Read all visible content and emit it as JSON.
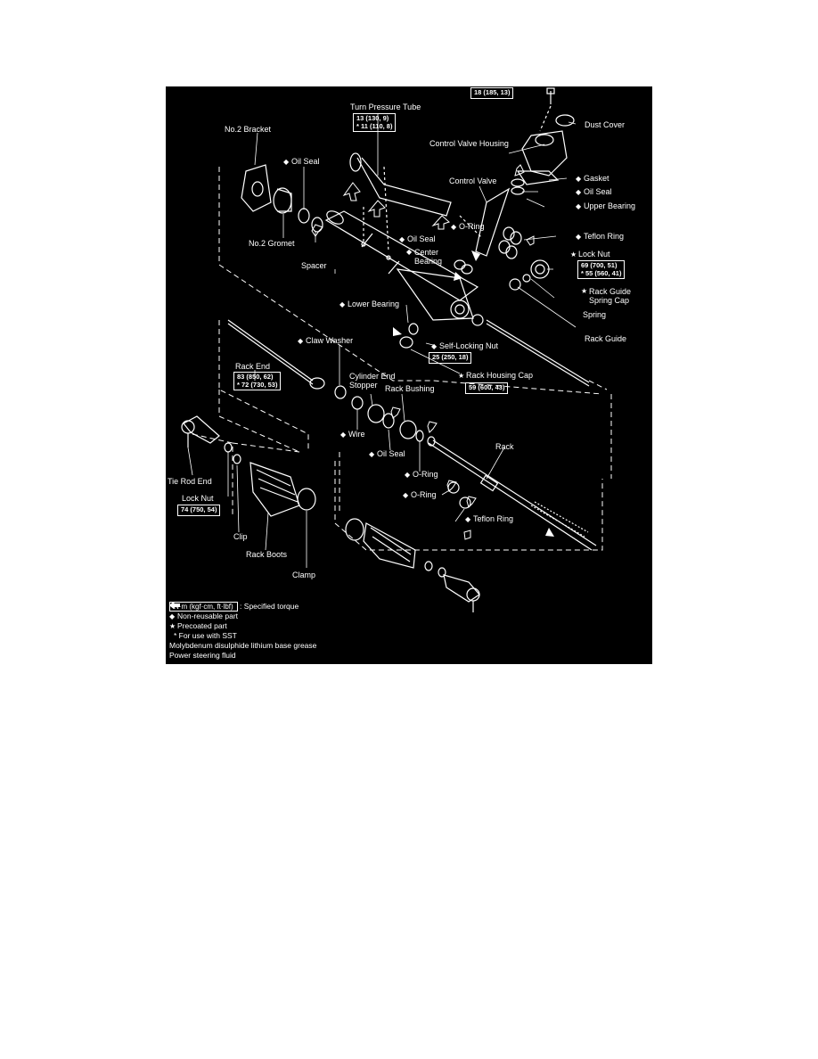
{
  "colors": {
    "background": "#000000",
    "ink": "#ffffff",
    "page": "#ffffff"
  },
  "labels": {
    "no2_bracket": "No.2 Bracket",
    "oil_seal_top": "Oil Seal",
    "turn_pressure_tube": "Turn Pressure Tube",
    "control_valve_housing": "Control Valve Housing",
    "dust_cover": "Dust Cover",
    "gasket": "Gasket",
    "control_valve": "Control Valve",
    "oil_seal_valve": "Oil Seal",
    "upper_bearing": "Upper Bearing",
    "o_ring_valve": "O-Ring",
    "teflon_ring_valve": "Teflon Ring",
    "oil_seal_center": "Oil Seal",
    "center_bearing": "Center\nBearing",
    "no2_gromet": "No.2 Gromet",
    "spacer": "Spacer",
    "lock_nut_valve": "Lock Nut",
    "rack_guide_spring_cap": "Rack Guide\nSpring Cap",
    "spring": "Spring",
    "rack_guide": "Rack Guide",
    "lower_bearing": "Lower Bearing",
    "self_locking_nut": "Self-Locking Nut",
    "rack_housing_cap": "Rack Housing Cap",
    "claw_washer": "Claw Washer",
    "rack_end": "Rack End",
    "cylinder_end_stopper": "Cylinder End\nStopper",
    "rack_bushing": "Rack Bushing",
    "wire": "Wire",
    "oil_seal_rack": "Oil Seal",
    "rack": "Rack",
    "tie_rod_end": "Tie Rod End",
    "lock_nut_tie": "Lock Nut",
    "o_ring_rack_1": "O-Ring",
    "o_ring_rack_2": "O-Ring",
    "teflon_ring_rack": "Teflon Ring",
    "clip": "Clip",
    "rack_boots": "Rack Boots",
    "clamp": "Clamp"
  },
  "torques": {
    "top_bolt": "18 (185, 13)",
    "turn_pressure_tube_1": "13 (130, 9)",
    "turn_pressure_tube_2": "* 11 (110, 8)",
    "lock_nut_valve_1": "69 (700, 51)",
    "lock_nut_valve_2": "* 55 (560, 41)",
    "self_locking_nut": "25 (250, 18)",
    "rack_housing_cap": "59 (600, 43)",
    "rack_end_1": "83 (850, 62)",
    "rack_end_2": "* 72 (730, 53)",
    "lock_nut_tie": "74 (750, 54)"
  },
  "legend": {
    "torque_unit": "N·m (kgf·cm, ft·lbf)",
    "torque_desc": ": Specified torque",
    "non_reusable": "Non-reusable part",
    "precoated": "Precoated part",
    "sst": "* For use with SST",
    "grease": "Molybdenum disulphide lithium base grease",
    "fluid": "Power steering fluid"
  },
  "markers": {
    "non_reusable": "◆",
    "precoated": "★"
  }
}
